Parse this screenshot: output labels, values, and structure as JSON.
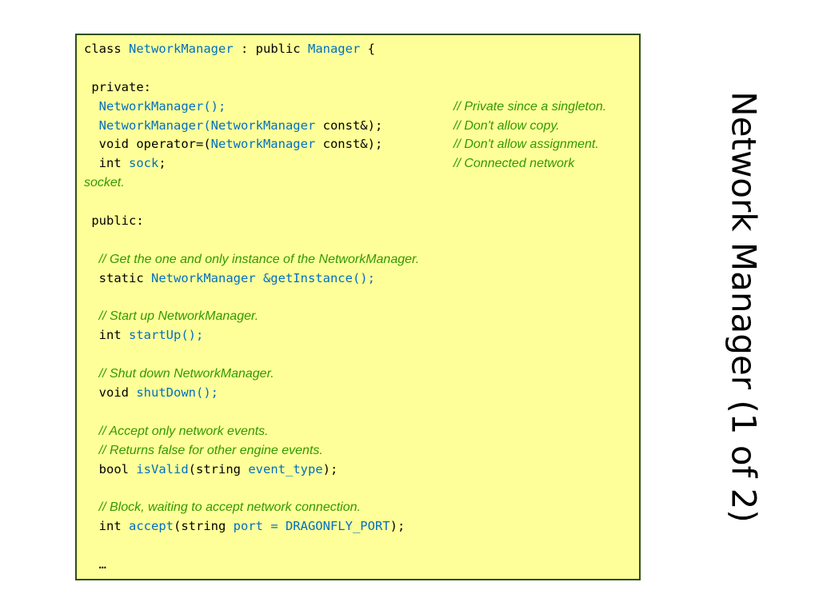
{
  "slide": {
    "title": "Network Manager (1 of 2)"
  },
  "code": {
    "l1_a": "class ",
    "l1_b": "NetworkManager",
    "l1_c": " : public ",
    "l1_d": "Manager",
    "l1_e": " {",
    "l3": " private:",
    "l4_a": "NetworkManager();",
    "l4_cm": "// Private since a singleton.",
    "l5_a": "NetworkManager(NetworkManager",
    "l5_b": " const&);",
    "l5_cm": "// Don't allow copy.",
    "l6_a": "void operator=(",
    "l6_b": "NetworkManager",
    "l6_c": " const&);",
    "l6_cm": "// Don't allow assignment.",
    "l7_a": "int ",
    "l7_b": "sock",
    "l7_c": ";",
    "l7_cm": "// Connected network",
    "l8_cm": "socket.",
    "l10": " public:",
    "l12_cm": "// Get the one and only instance of the NetworkManager.",
    "l13_a": "static ",
    "l13_b": "NetworkManager &getInstance();",
    "l15_cm": "// Start up NetworkManager.",
    "l16_a": "int ",
    "l16_b": "startUp();",
    "l18_cm": "// Shut down NetworkManager.",
    "l19_a": "void ",
    "l19_b": "shutDown();",
    "l21_cm": "// Accept only network events.",
    "l22_cm": "// Returns false for other engine events.",
    "l23_a": "bool ",
    "l23_b": "isValid",
    "l23_c": "(string ",
    "l23_d": "event_type",
    "l23_e": ");",
    "l25_cm": "// Block, waiting to accept network connection.",
    "l26_a": "int ",
    "l26_b": "accept",
    "l26_c": "(string ",
    "l26_d": "port = DRAGONFLY_PORT",
    "l26_e": ");",
    "l28": "…"
  },
  "colors": {
    "box_background": "#ffff99",
    "box_border": "#2e4d1f",
    "identifier": "#0070c0",
    "comment": "#339900"
  }
}
